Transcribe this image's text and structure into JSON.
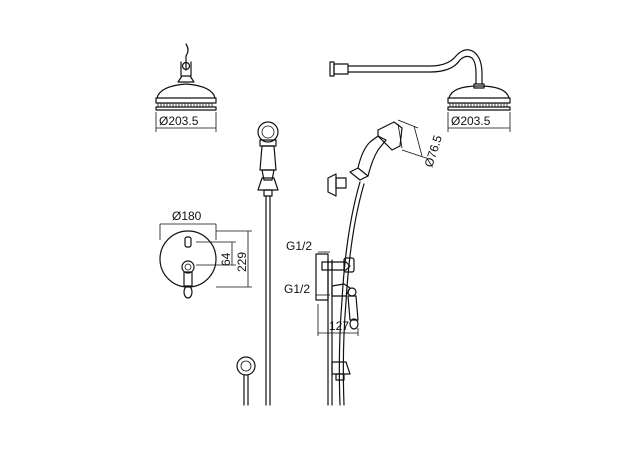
{
  "dimensions": {
    "overhead_shower_left": "Ø203.5",
    "overhead_shower_right": "Ø203.5",
    "hand_shower": "Ø76.5",
    "wall_plate": "Ø180",
    "handle_spacing": "64",
    "plate_height": "229",
    "thread_top": "G1/2",
    "thread_bottom": "G1/2",
    "projection": "127"
  },
  "icons": {
    "overhead_shower": "shower-head-icon",
    "hand_shower": "hand-shower-icon",
    "mixer": "mixer-valve-icon",
    "wall_outlet": "wall-outlet-icon"
  }
}
